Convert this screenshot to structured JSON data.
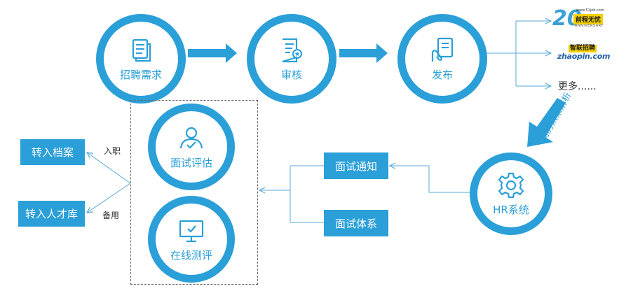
{
  "flow": {
    "step1": "招聘需求",
    "step2": "审核",
    "step3": "发布",
    "hr_system": "HR系统",
    "resume_parse": "简历采集解析",
    "interview_notice": "面试通知",
    "interview_system": "面试体系",
    "interview_eval": "面试评估",
    "online_test": "在线测评",
    "archive": "转入档案",
    "talent_pool": "转入人才库",
    "hire_label": "入职",
    "backup_label": "备用",
    "more": "更多......"
  },
  "logos": {
    "job51": {
      "anniversary_num": "20",
      "brand": "前程无忧",
      "url": "www.51job.com",
      "anniversary_text": "ANNIVERSARY"
    },
    "zhaopin": {
      "brand": "智联招聘",
      "domain": "zhaopin.com"
    }
  },
  "icons": {
    "step1": "document-stack-icon",
    "step2": "document-badge-icon",
    "step3": "hand-document-icon",
    "hr_system": "gear-icon",
    "interview_eval": "user-check-icon",
    "online_test": "monitor-check-icon"
  },
  "colors": {
    "primary": "#2a9fd8",
    "connector": "#5aa9d6",
    "text": "#333333",
    "logo_yellow": "#f4d000"
  }
}
